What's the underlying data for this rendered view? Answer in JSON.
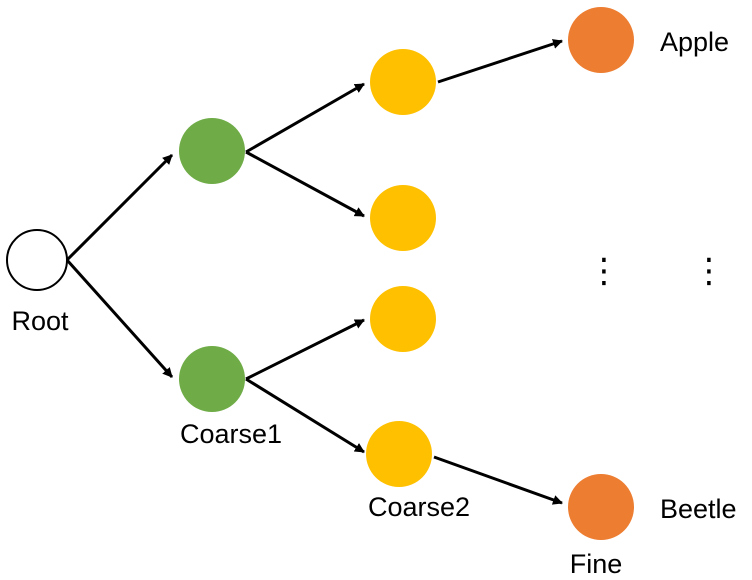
{
  "diagram": {
    "colors": {
      "root_fill": "#ffffff",
      "root_stroke": "#000000",
      "coarse1": "#6fac47",
      "coarse2": "#ffc000",
      "fine": "#ed7d31",
      "edge": "#000000"
    },
    "labels": {
      "root": "Root",
      "coarse1": "Coarse1",
      "coarse2": "Coarse2",
      "fine": "Fine",
      "apple": "Apple",
      "beetle": "Beetle",
      "ellipsis": "⋮"
    }
  }
}
